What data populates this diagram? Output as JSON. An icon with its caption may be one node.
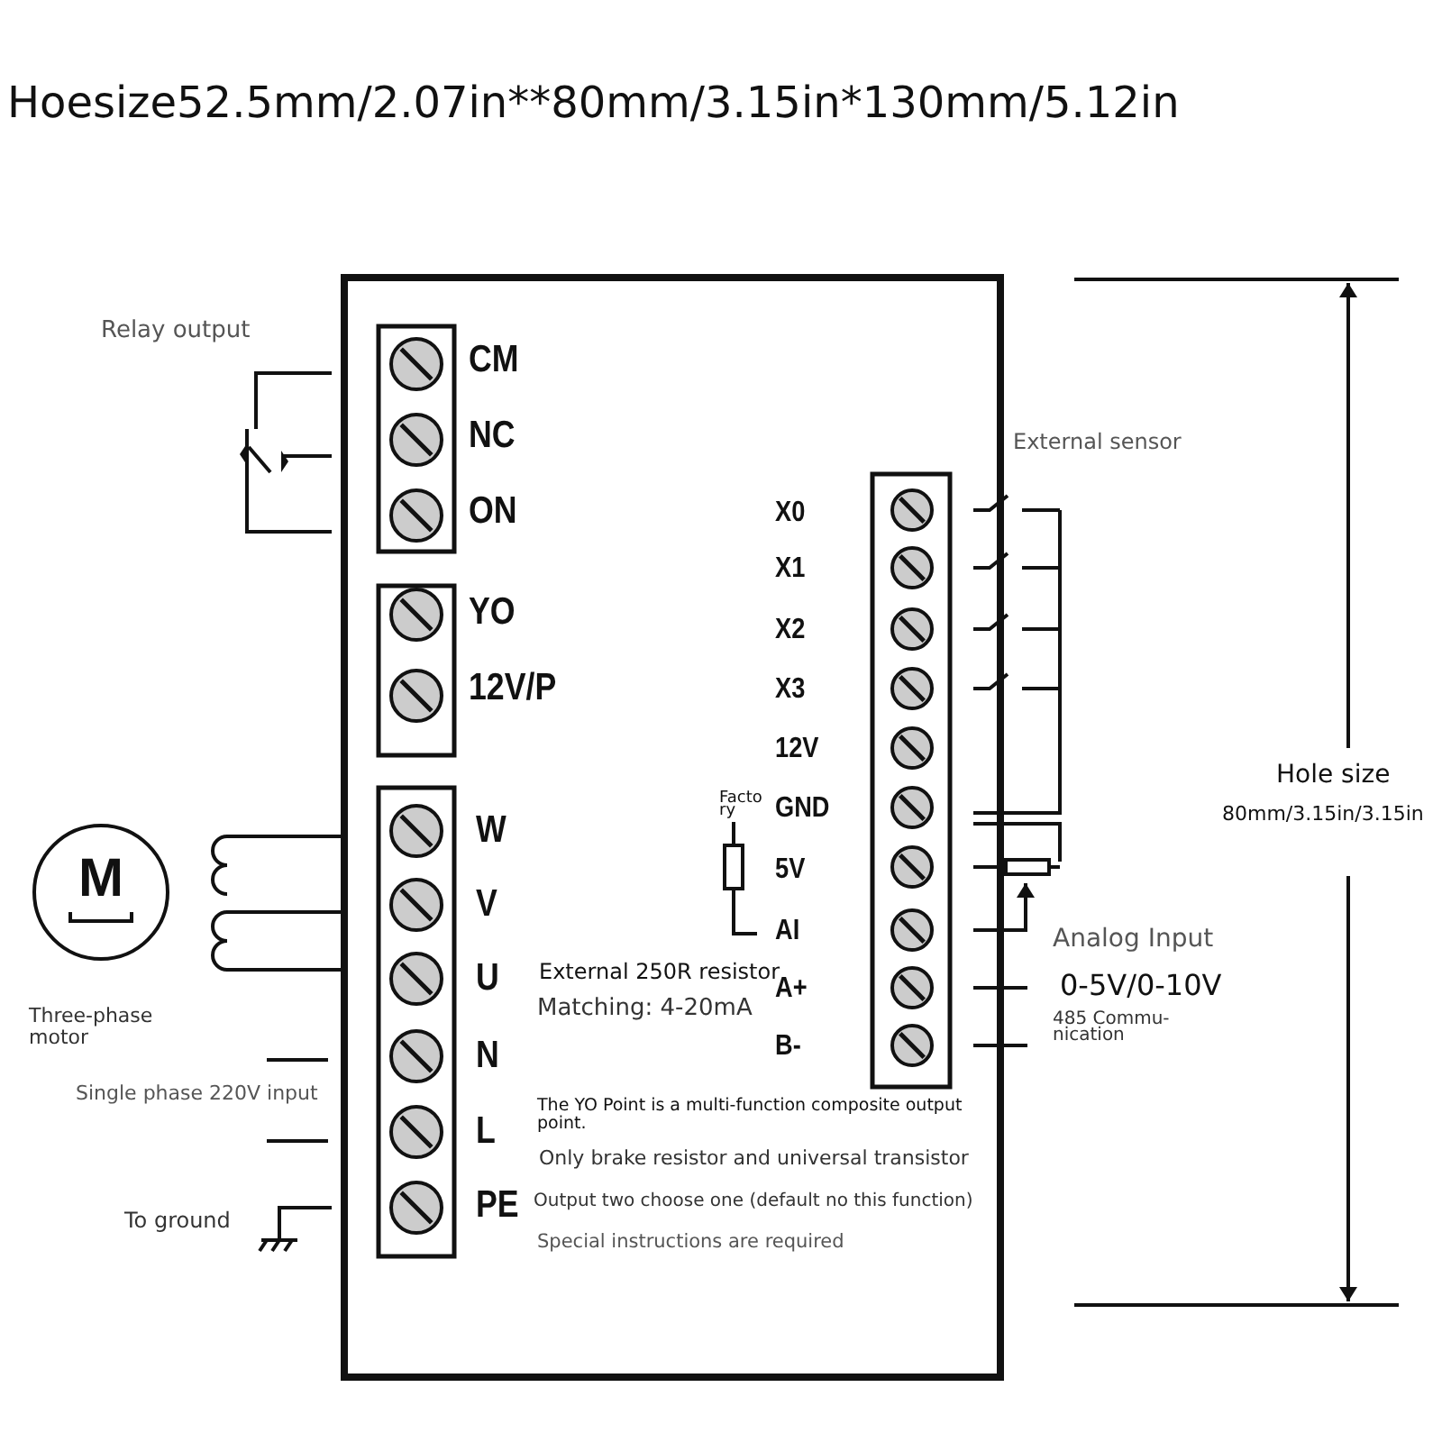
{
  "diagram": {
    "title": "Hoesize52.5mm/2.07in**80mm/3.15in*130mm/5.12in",
    "nodes": [
      {
        "text": [
          "M"
        ],
        "beside": [
          "Three-phase motor"
        ]
      }
    ],
    "labels": [
      "Relay output",
      "CM",
      "NC",
      "ON",
      "External sensor",
      "X0",
      "X1",
      "X2",
      "YO",
      "X3",
      "12V/P",
      "12V",
      "Facto ry",
      "GND",
      "5V",
      "Hole size",
      "80mm/3.15in/3.15in",
      "W",
      "V",
      "AI",
      "U",
      "External 250R resistor",
      "A+",
      "Analog Input",
      "Matching: 4-20mA",
      "0-5V/0-10V",
      "B-",
      "485 Commu- nication",
      "N",
      "Single phase 220V input",
      "The YO Point is a multi-function composite output point.",
      "L",
      "Only brake resistor and universal transistor",
      "PE",
      "To ground",
      "Output two choose one (default no this function)",
      "Special instructions are required"
    ]
  }
}
